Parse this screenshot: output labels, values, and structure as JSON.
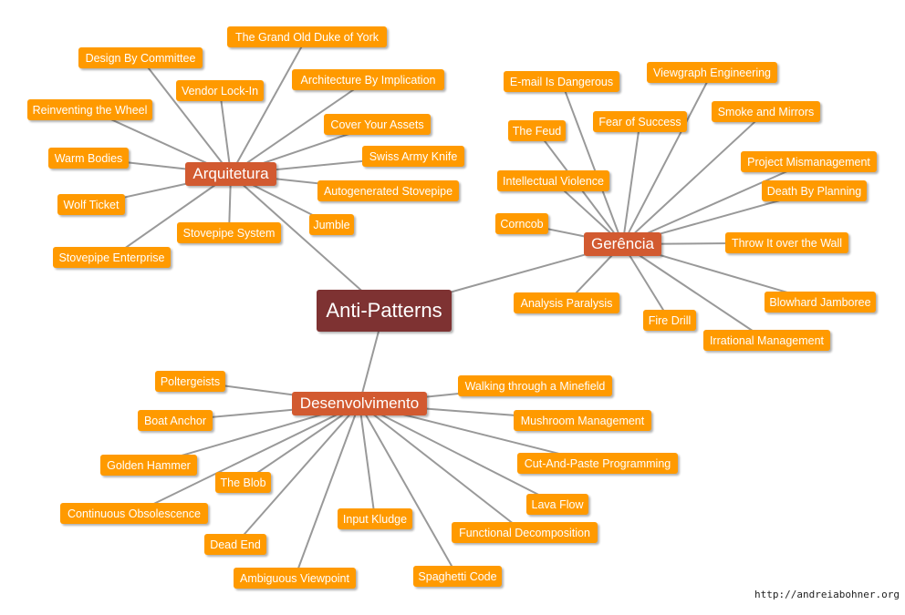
{
  "root": {
    "label": "Anti-Patterns"
  },
  "hubs": [
    {
      "label": "Arquitetura",
      "children": [
        "The Grand Old Duke of York",
        "Design By Committee",
        "Vendor Lock-In",
        "Architecture By Implication",
        "Reinventing the Wheel",
        "Cover Your Assets",
        "Swiss Army Knife",
        "Warm Bodies",
        "Autogenerated Stovepipe",
        "Wolf Ticket",
        "Jumble",
        "Stovepipe System",
        "Stovepipe Enterprise"
      ]
    },
    {
      "label": "Gerência",
      "children": [
        "E-mail Is Dangerous",
        "Viewgraph Engineering",
        "Fear of Success",
        "Smoke and Mirrors",
        "The Feud",
        "Project Mismanagement",
        "Intellectual Violence",
        "Death By Planning",
        "Corncob",
        "Throw It over the Wall",
        "Analysis Paralysis",
        "Blowhard Jamboree",
        "Fire Drill",
        "Irrational Management"
      ]
    },
    {
      "label": "Desenvolvimento",
      "children": [
        "Poltergeists",
        "Walking through a Minefield",
        "Boat Anchor",
        "Mushroom Management",
        "Golden Hammer",
        "Cut-And-Paste Programming",
        "The Blob",
        "Lava Flow",
        "Continuous Obsolescence",
        "Input Kludge",
        "Functional Decomposition",
        "Dead End",
        "Ambiguous Viewpoint",
        "Spaghetti Code"
      ]
    }
  ],
  "footer": "http://andreiabohner.org",
  "colors": {
    "root": "#7e3232",
    "hub": "#d25a30",
    "leaf": "#ff9a00",
    "line": "#999999"
  }
}
